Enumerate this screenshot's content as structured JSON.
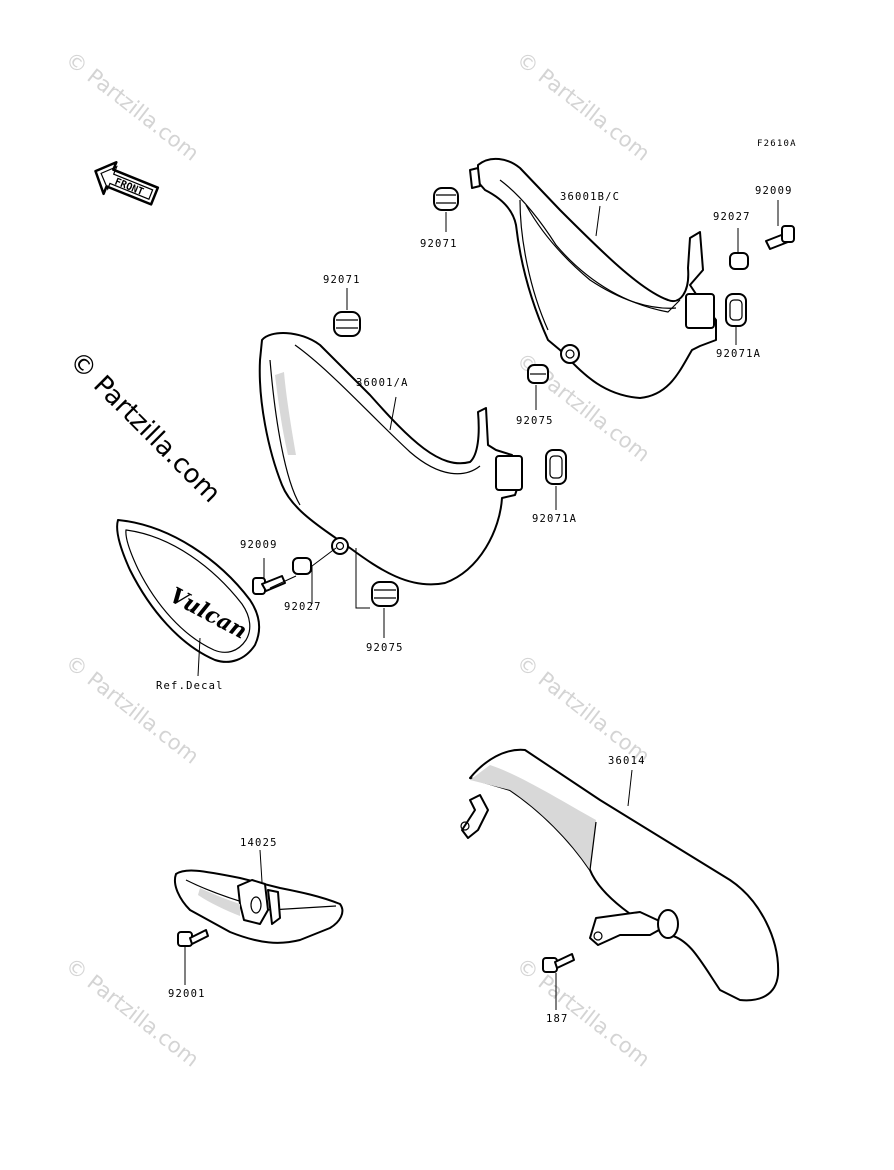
{
  "figure_code": "F2610A",
  "front_arrow_label": "FRONT",
  "watermark_text": "© Partzilla.com",
  "decal_logo_text": "Vulcan",
  "labels": {
    "p92071_a": "92071",
    "p92071_b": "92071",
    "p36001bc": "36001B/C",
    "p92027_r": "92027",
    "p92009_r": "92009",
    "p92071a_r": "92071A",
    "p36001a": "36001/A",
    "p92075_top": "92075",
    "p92071a_mid": "92071A",
    "p92009_l": "92009",
    "p92027_l": "92027",
    "p92075_bot": "92075",
    "ref_decal": "Ref.Decal",
    "p36014": "36014",
    "p14025": "14025",
    "p92001": "92001",
    "p187": "187"
  }
}
